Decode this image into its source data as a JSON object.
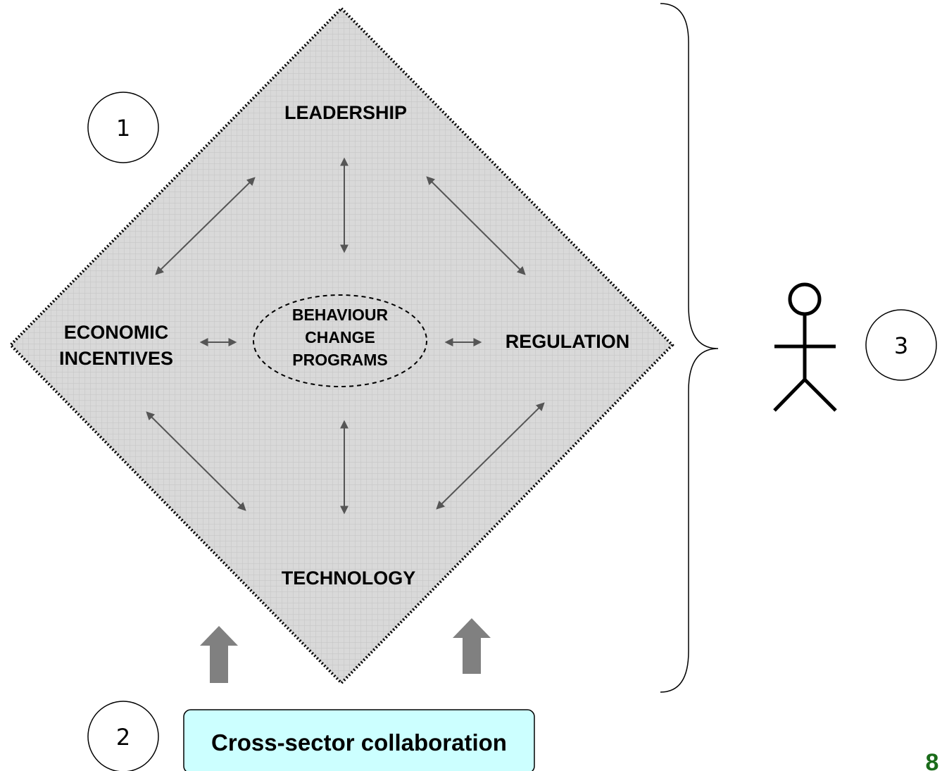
{
  "diagram": {
    "nodes": {
      "top": "LEADERSHIP",
      "left_line1": "ECONOMIC",
      "left_line2": "INCENTIVES",
      "right": "REGULATION",
      "bottom": "TECHNOLOGY",
      "center_line1": "BEHAVIOUR",
      "center_line2": "CHANGE",
      "center_line3": "PROGRAMS"
    },
    "markers": {
      "one": "1",
      "two": "2",
      "three": "3"
    },
    "collaboration_box": "Cross-sector collaboration",
    "page_number": "8"
  },
  "colors": {
    "diamond_fill": "#d6d6d6",
    "diamond_border": "#000000",
    "arrow": "#555555",
    "block_arrow": "#808080",
    "collab_box_fill": "#ccffff",
    "page_number": "#1a6b1a"
  },
  "icons": [
    "stick-figure-icon",
    "curly-brace-icon",
    "block-up-arrow-icon"
  ]
}
